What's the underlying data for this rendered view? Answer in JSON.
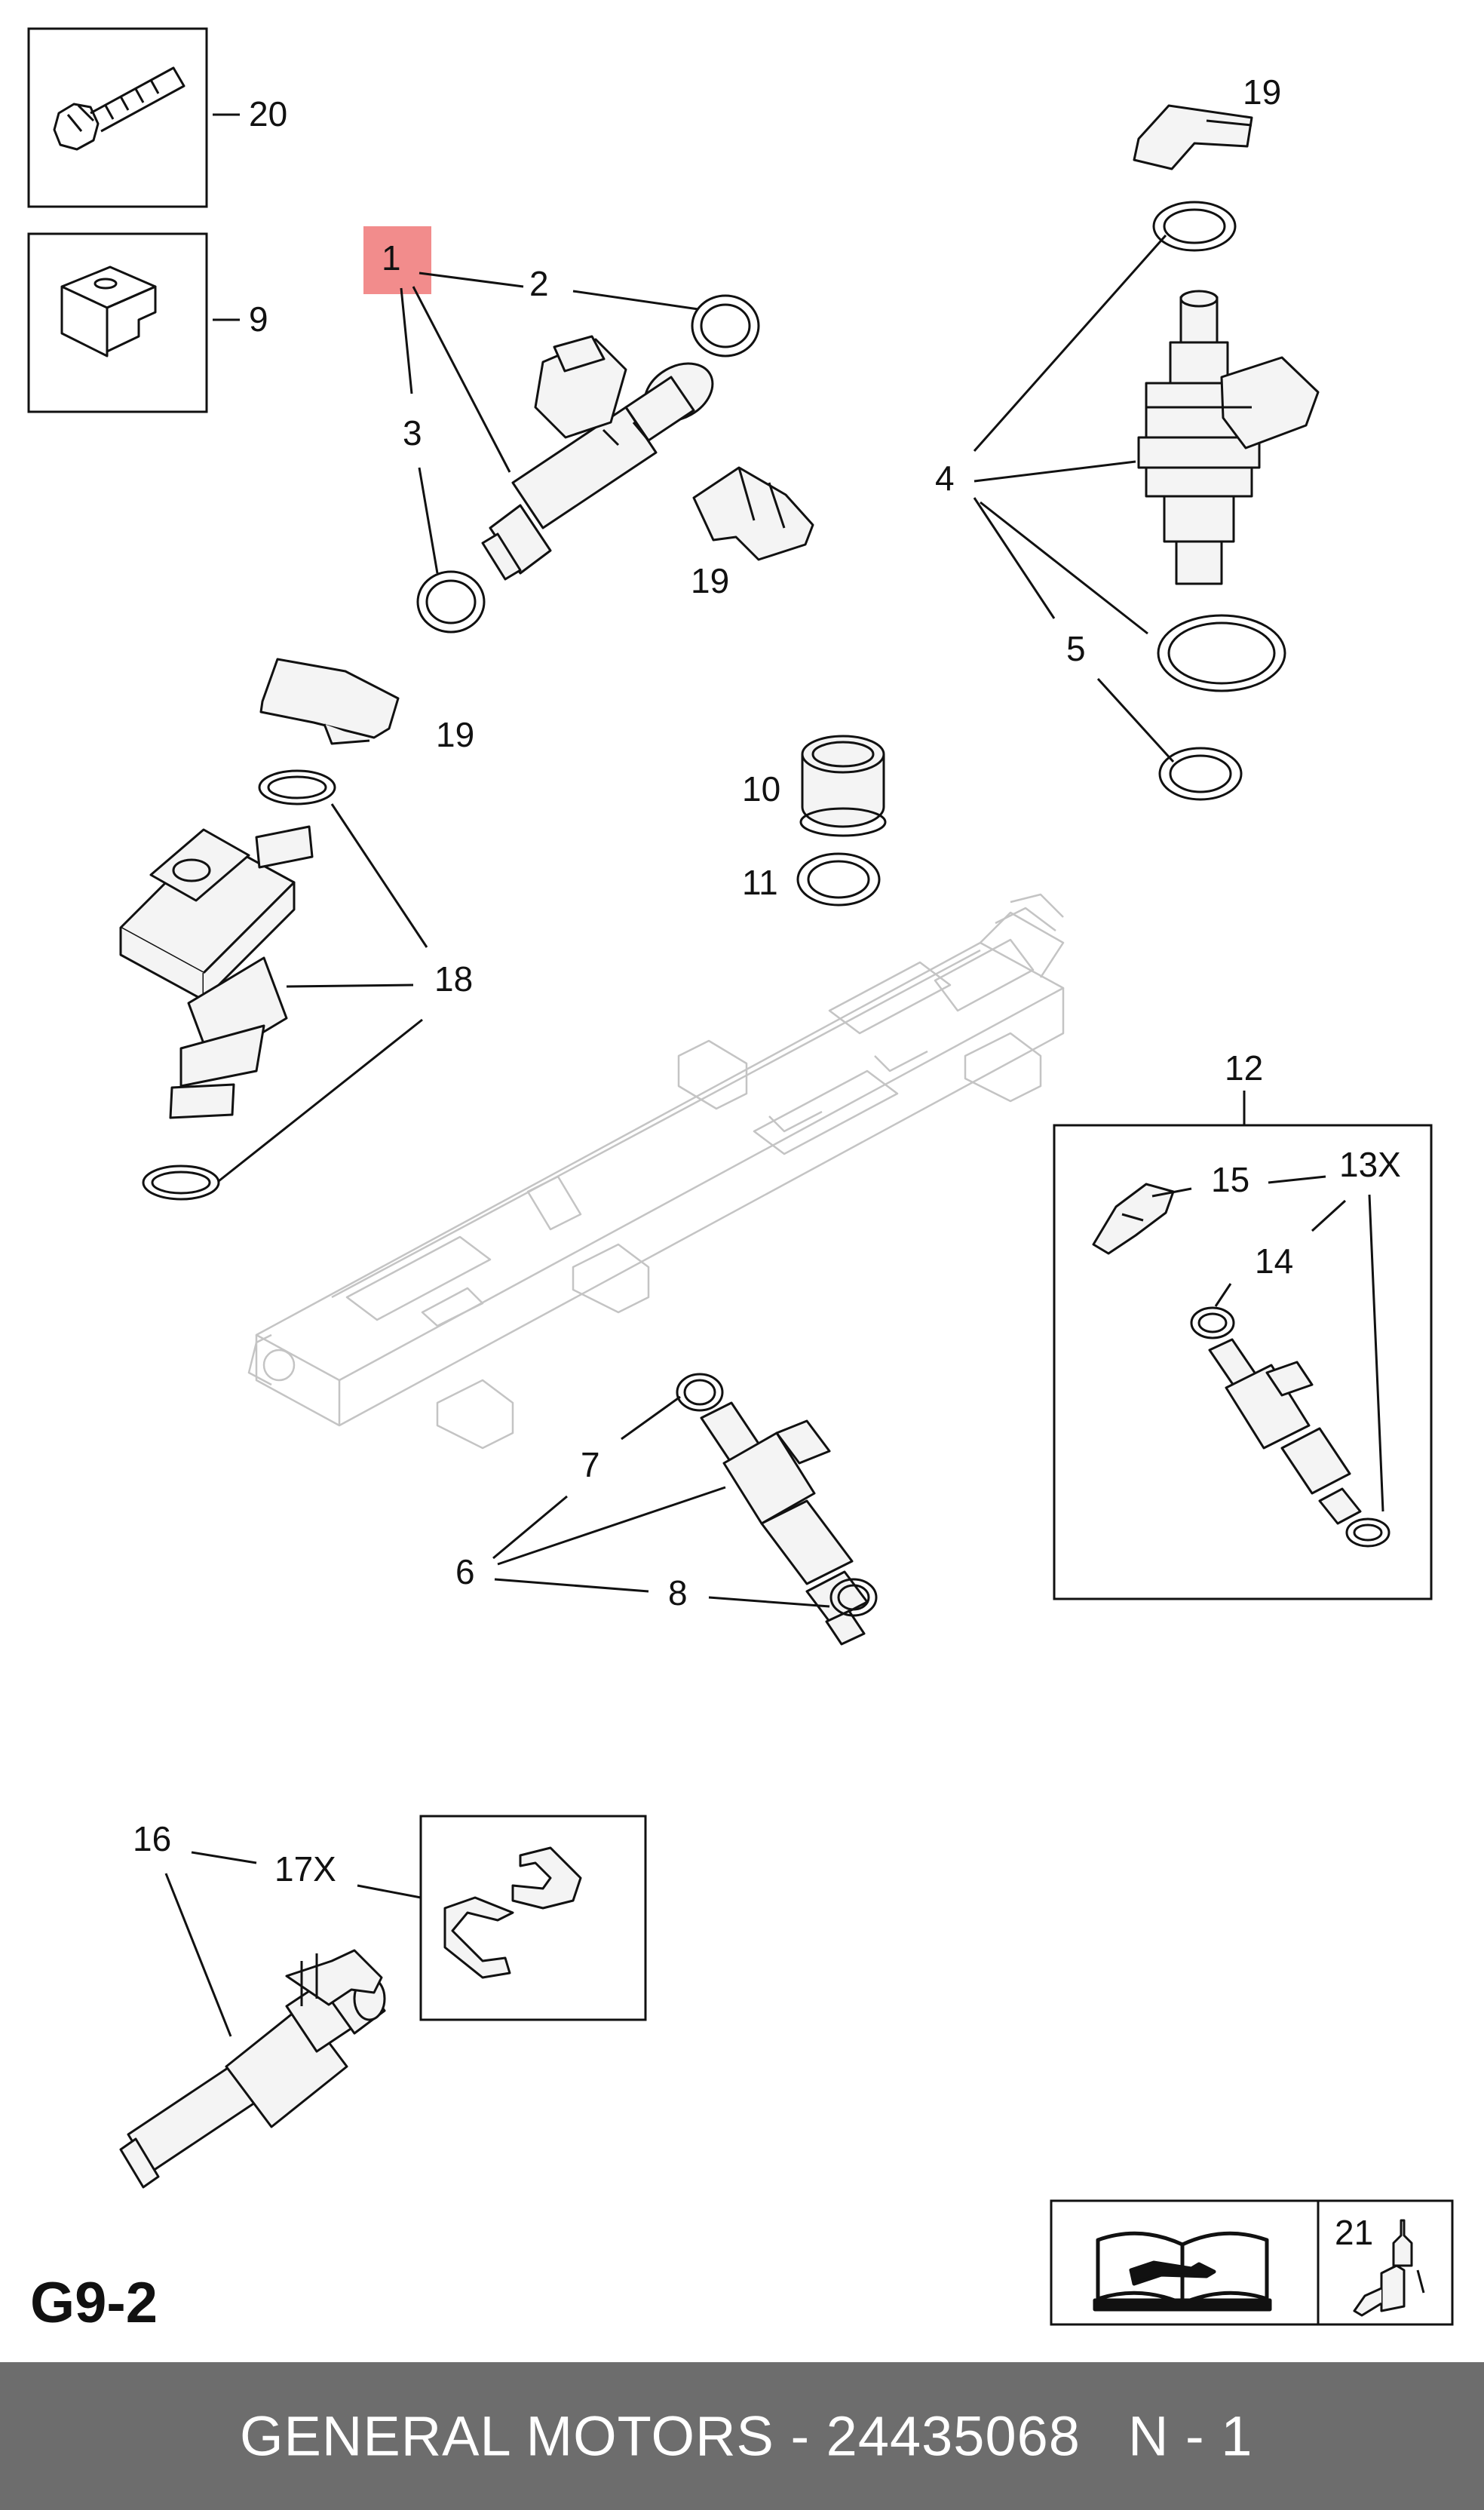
{
  "diagram": {
    "page_code": "G9-2",
    "highlight_color": "#f28c8c",
    "callouts": {
      "c1": "1",
      "c2": "2",
      "c3": "3",
      "c4": "4",
      "c5": "5",
      "c6": "6",
      "c7": "7",
      "c8": "8",
      "c9": "9",
      "c10": "10",
      "c11": "11",
      "c12": "12",
      "c13": "13X",
      "c14": "14",
      "c15": "15",
      "c16": "16",
      "c17": "17X",
      "c18": "18",
      "c19a": "19",
      "c19b": "19",
      "c19c": "19",
      "c20": "20",
      "c21": "21"
    }
  },
  "footer": {
    "text": "GENERAL MOTORS - 24435068",
    "quantity": "N - 1",
    "background": "#6d6d6d"
  }
}
